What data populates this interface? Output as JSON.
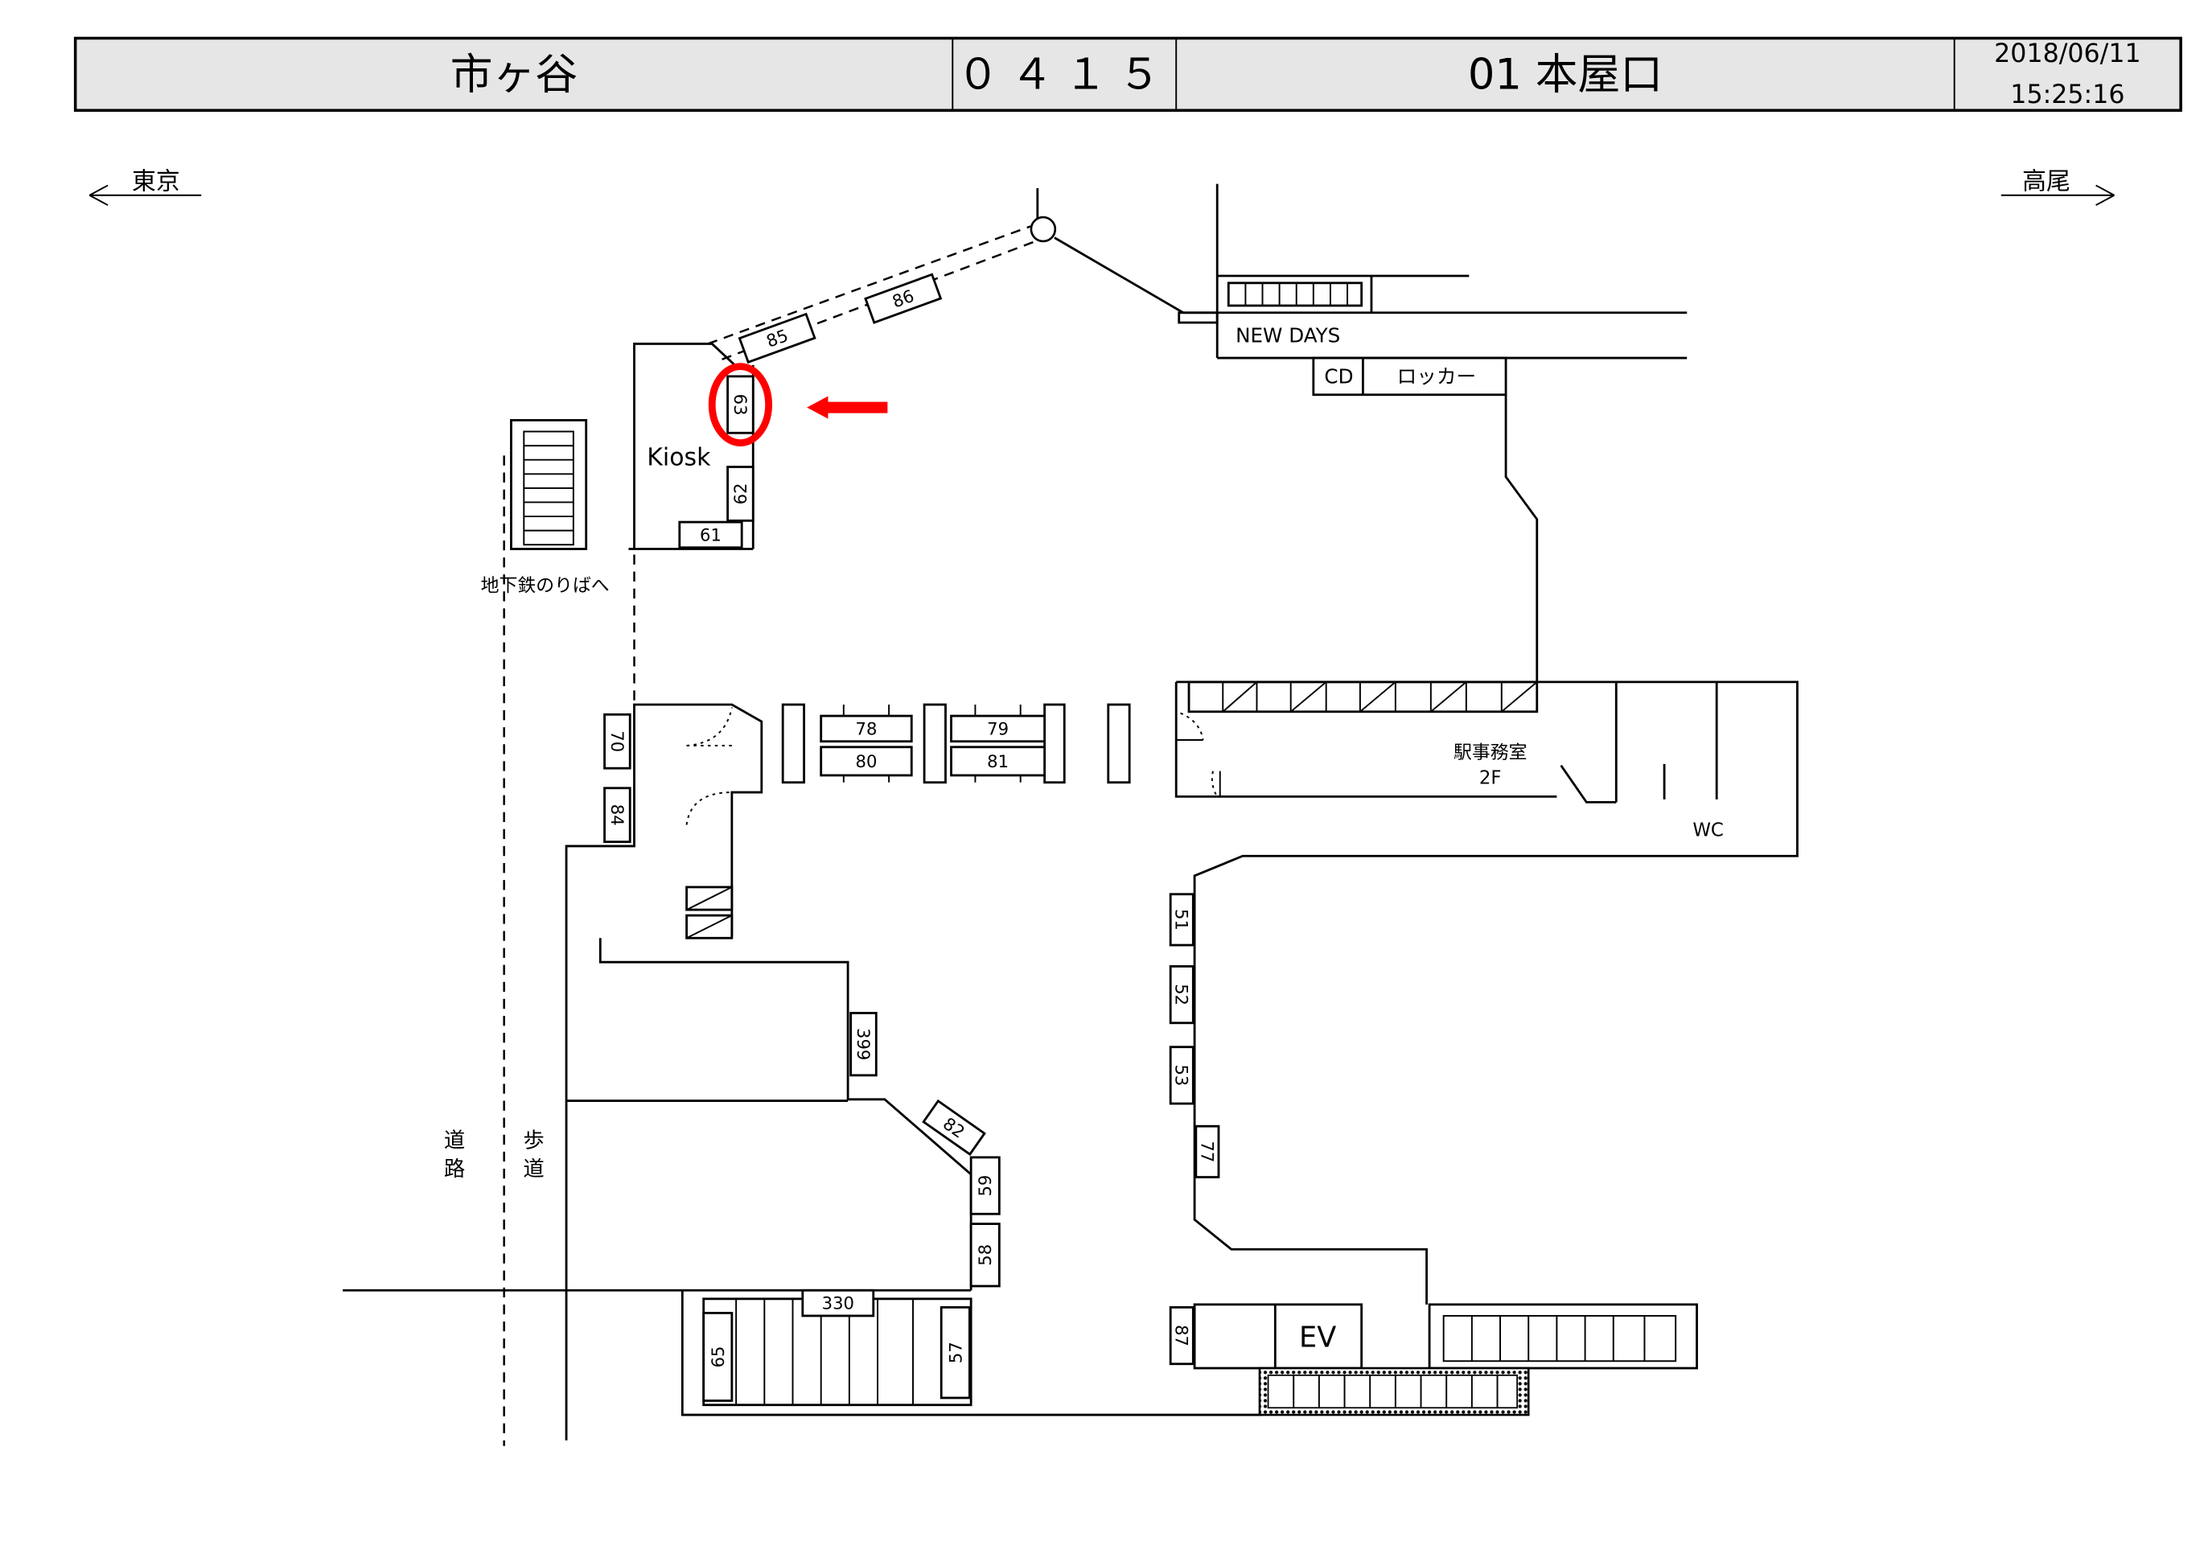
{
  "header": {
    "station": "市ヶ谷",
    "code": "０４１５",
    "location": "01 本屋口",
    "date": "2018/06/11",
    "time": "15:25:16"
  },
  "directions": {
    "left": "東京",
    "right": "高尾"
  },
  "labels": {
    "new_days": "NEW DAYS",
    "cd": "CD",
    "locker": "ロッカー",
    "kiosk": "Kiosk",
    "subway": "地下鉄のりばへ",
    "office": "駅事務室",
    "office_floor": "2F",
    "wc": "WC",
    "road_1": "道",
    "road_2": "路",
    "sidewalk_1": "歩",
    "sidewalk_2": "道",
    "ev": "EV"
  },
  "boards": {
    "b85": "85",
    "b86": "86",
    "b63": "63",
    "b62": "62",
    "b61": "61",
    "b70": "70",
    "b84": "84",
    "b78": "78",
    "b80": "80",
    "b79": "79",
    "b81": "81",
    "b399": "399",
    "b82": "82",
    "b59": "59",
    "b58": "58",
    "b330": "330",
    "b65": "65",
    "b57": "57",
    "b51": "51",
    "b52": "52",
    "b53": "53",
    "b77": "77",
    "b87": "87"
  },
  "highlight": {
    "board": "63",
    "color": "#ff0000"
  }
}
